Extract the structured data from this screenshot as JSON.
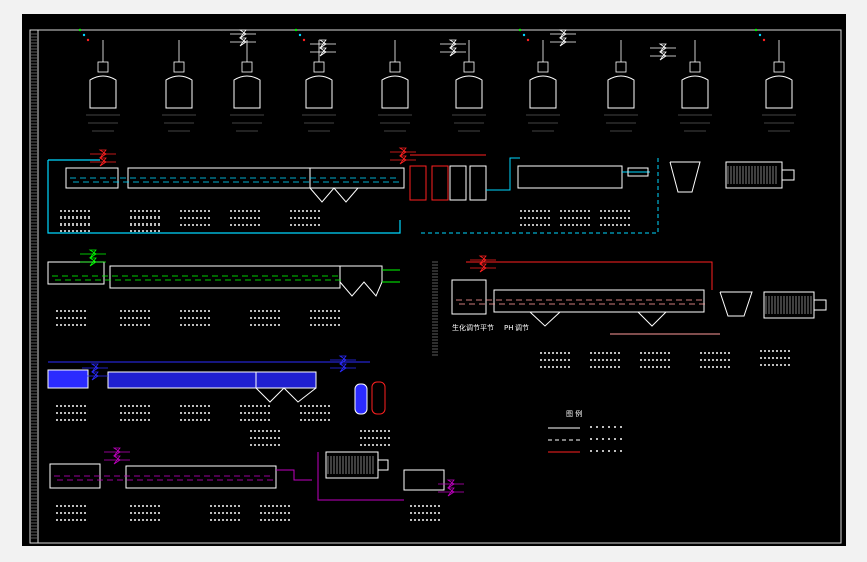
{
  "title_block": {
    "label_ph": "PH",
    "label_ph_suffix": "调节",
    "label_left_stage": "生化调节平节"
  },
  "colors": {
    "cyan": "#00d8ff",
    "white": "#ffffff",
    "red": "#ff2020",
    "green": "#00ff00",
    "blue": "#2b2bff",
    "magenta": "#c000c0",
    "yellow": "#ffff00",
    "pink": "#ff9a9a",
    "gray": "#9a9a9a"
  },
  "legend": {
    "title": "图 例"
  },
  "icons": [
    "tank-icon",
    "pump-icon",
    "valve-icon",
    "filter-press-icon",
    "reactor-icon"
  ]
}
